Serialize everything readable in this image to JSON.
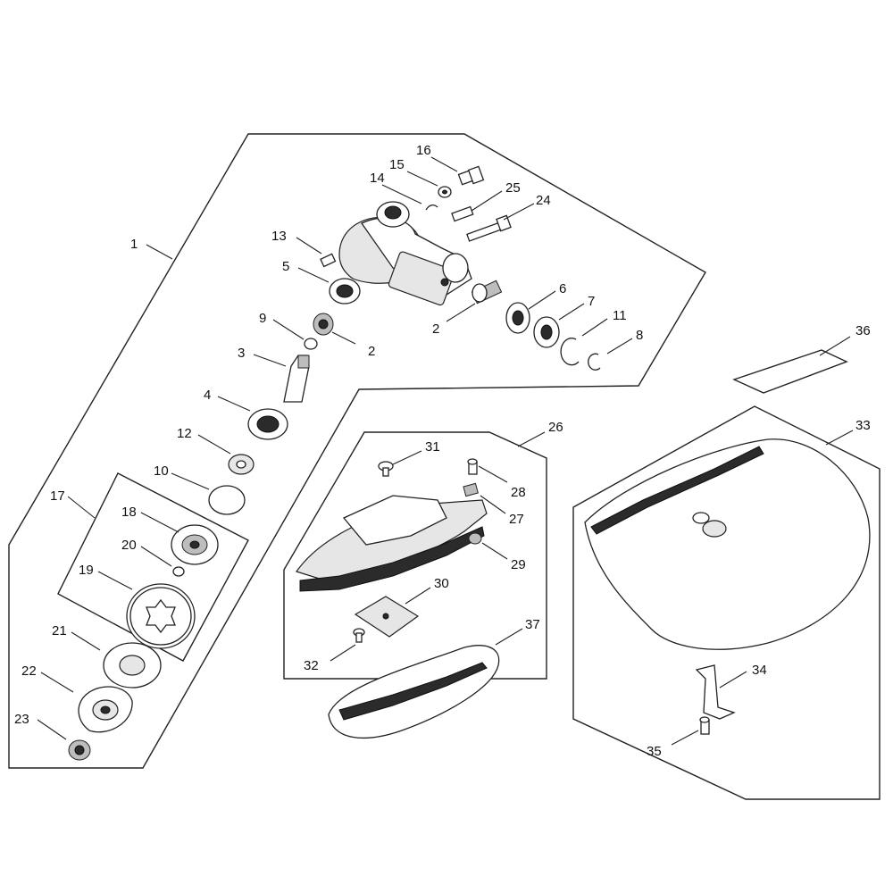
{
  "callouts": {
    "c1": "1",
    "c2a": "2",
    "c2b": "2",
    "c3": "3",
    "c4": "4",
    "c5": "5",
    "c6": "6",
    "c7": "7",
    "c8": "8",
    "c9": "9",
    "c10": "10",
    "c11": "11",
    "c12": "12",
    "c13": "13",
    "c14": "14",
    "c15": "15",
    "c16": "16",
    "c17": "17",
    "c18": "18",
    "c19": "19",
    "c20": "20",
    "c21": "21",
    "c22": "22",
    "c23": "23",
    "c24": "24",
    "c25": "25",
    "c26": "26",
    "c27": "27",
    "c28": "28",
    "c29": "29",
    "c30": "30",
    "c31": "31",
    "c32": "32",
    "c33": "33",
    "c34": "34",
    "c35": "35",
    "c36": "36",
    "c37": "37"
  }
}
